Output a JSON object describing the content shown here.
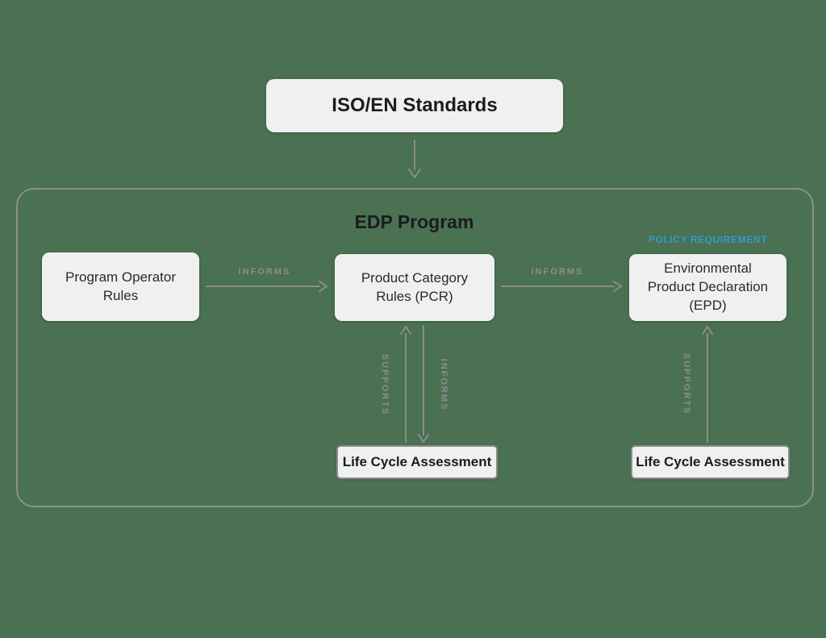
{
  "colors": {
    "background": "#4a7152",
    "box_fill": "#f1f0f1",
    "line_gray": "#8c8c8c",
    "label_gray": "#8d8d8d",
    "policy_blue": "#3399cc",
    "text_dark": "#1c1c1e"
  },
  "top": {
    "iso_label": "ISO/EN Standards"
  },
  "program": {
    "title": "EDP Program",
    "policy_tag": "POLICY REQUIREMENT",
    "boxes": {
      "por_label": "Program Operator\nRules",
      "pcr_label": "Product Category\nRules (PCR)",
      "epd_label": "Environmental\nProduct Declaration\n(EPD)",
      "lca_mid_label": "Life Cycle Assessment",
      "lca_right_label": "Life Cycle Assessment"
    },
    "arrow_labels": {
      "informs_por_pcr": "INFORMS",
      "informs_pcr_epd": "INFORMS",
      "supports_lca_pcr": "SUPPORTS",
      "informs_pcr_lca": "INFORMS",
      "supports_lca_epd": "SUPPORTS"
    }
  }
}
